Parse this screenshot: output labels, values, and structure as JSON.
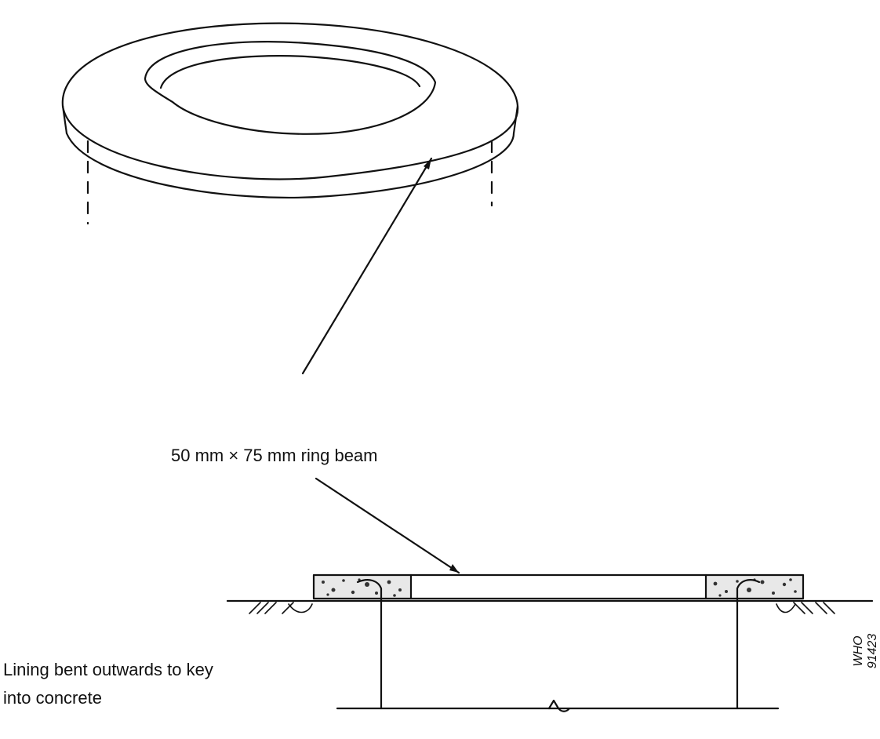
{
  "diagram": {
    "callout_ring_beam": "50 mm × 75 mm ring beam",
    "callout_lining_line1": "Lining bent outwards to key",
    "callout_lining_line2": "into concrete",
    "reference_code": "WHO 91423"
  }
}
